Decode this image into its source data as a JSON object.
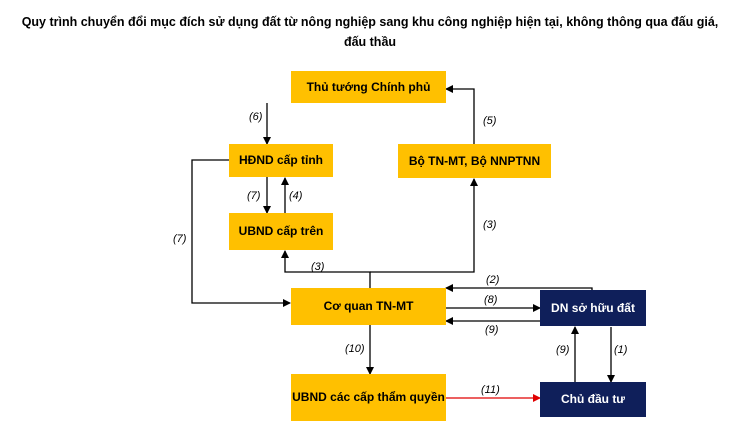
{
  "title": "Quy trình chuyển đổi mục đích sử dụng đất từ nông nghiệp sang khu công nghiệp hiện tại, không thông qua đấu giá, đấu thầu",
  "nodes": {
    "thu_tuong": "Thủ tướng Chính phủ",
    "hdnd": "HĐND cấp tỉnh",
    "bo": "Bộ TN-MT, Bộ NNPTNN",
    "ubnd_tren": "UBND cấp trên",
    "co_quan": "Cơ quan TN-MT",
    "dn": "DN sở hữu đất",
    "ubnd_tham_quyen": "UBND các cấp thẩm quyền",
    "chu_dau_tu": "Chủ đầu tư"
  },
  "edges": {
    "e1": "(1)",
    "e2": "(2)",
    "e3a": "(3)",
    "e3b": "(3)",
    "e4": "(4)",
    "e5": "(5)",
    "e6": "(6)",
    "e7a": "(7)",
    "e7b": "(7)",
    "e8": "(8)",
    "e9a": "(9)",
    "e9b": "(9)",
    "e10": "(10)",
    "e11": "(11)"
  },
  "colors": {
    "box_yellow": "#FFC000",
    "box_navy": "#0F1F5A",
    "arrow": "#000000",
    "arrow_highlight": "#E00000"
  }
}
